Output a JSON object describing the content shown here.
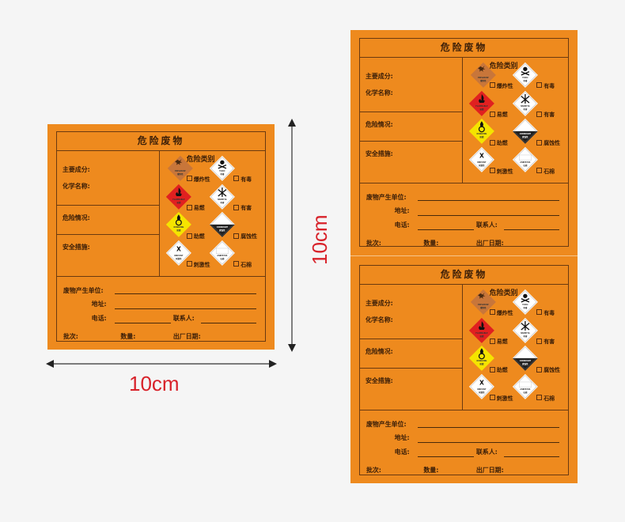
{
  "label": {
    "title": "危险废物",
    "main_component": "主要成分:",
    "chemical_name": "化学名称:",
    "hazard_status": "危险情况:",
    "safety_measures": "安全措施:",
    "hazard_category_title": "危险类别",
    "hazards": [
      {
        "name": "爆炸性",
        "icon": "explosive-icon",
        "en": "EXPLOSIVE",
        "cn": "爆炸性",
        "color": "#c8763a"
      },
      {
        "name": "有毒",
        "icon": "toxic-icon",
        "en": "TOXIC",
        "cn": "有毒",
        "color": "#ffffff"
      },
      {
        "name": "易燃",
        "icon": "flammable-icon",
        "en": "FLAMMABLE",
        "cn": "易燃",
        "color": "#e02020"
      },
      {
        "name": "有害",
        "icon": "harmful-icon",
        "en": "HARMFUL",
        "cn": "有害",
        "color": "#ffffff"
      },
      {
        "name": "助燃",
        "icon": "oxidizing-icon",
        "en": "OXIDIZING",
        "cn": "助燃",
        "color": "#f5e400"
      },
      {
        "name": "腐蚀性",
        "icon": "corrosive-icon",
        "en": "CORROSIVE",
        "cn": "腐蚀性",
        "color": "#222222"
      },
      {
        "name": "刺激性",
        "icon": "irritant-icon",
        "en": "IRRITANT",
        "cn": "刺激性",
        "color": "#ffffff"
      },
      {
        "name": "石棉",
        "icon": "asbestos-icon",
        "en": "ASBESTOS",
        "cn": "石棉",
        "color": "#ffffff"
      }
    ],
    "producer_unit": "废物产生单位:",
    "address": "地址:",
    "phone": "电话:",
    "contact": "联系人:",
    "batch": "批次:",
    "quantity": "数量:",
    "exit_date": "出厂日期:"
  },
  "dimensions": {
    "width_label": "10cm",
    "height_label": "10cm"
  },
  "colors": {
    "label_orange": "#ee8a1e",
    "border_brown": "#6b3a10",
    "dimension_red": "#d8222a"
  }
}
